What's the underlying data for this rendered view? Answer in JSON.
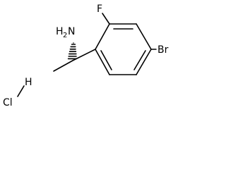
{
  "molecule": {
    "amine": {
      "symbol": "H",
      "subscript": "2",
      "element": "N"
    },
    "fluorine": "F",
    "bromine": "Br",
    "salt": {
      "hydrogen": "H",
      "chlorine": "Cl"
    }
  },
  "colors": {
    "bond": "#000000",
    "text": "#000000",
    "background": "#ffffff"
  }
}
